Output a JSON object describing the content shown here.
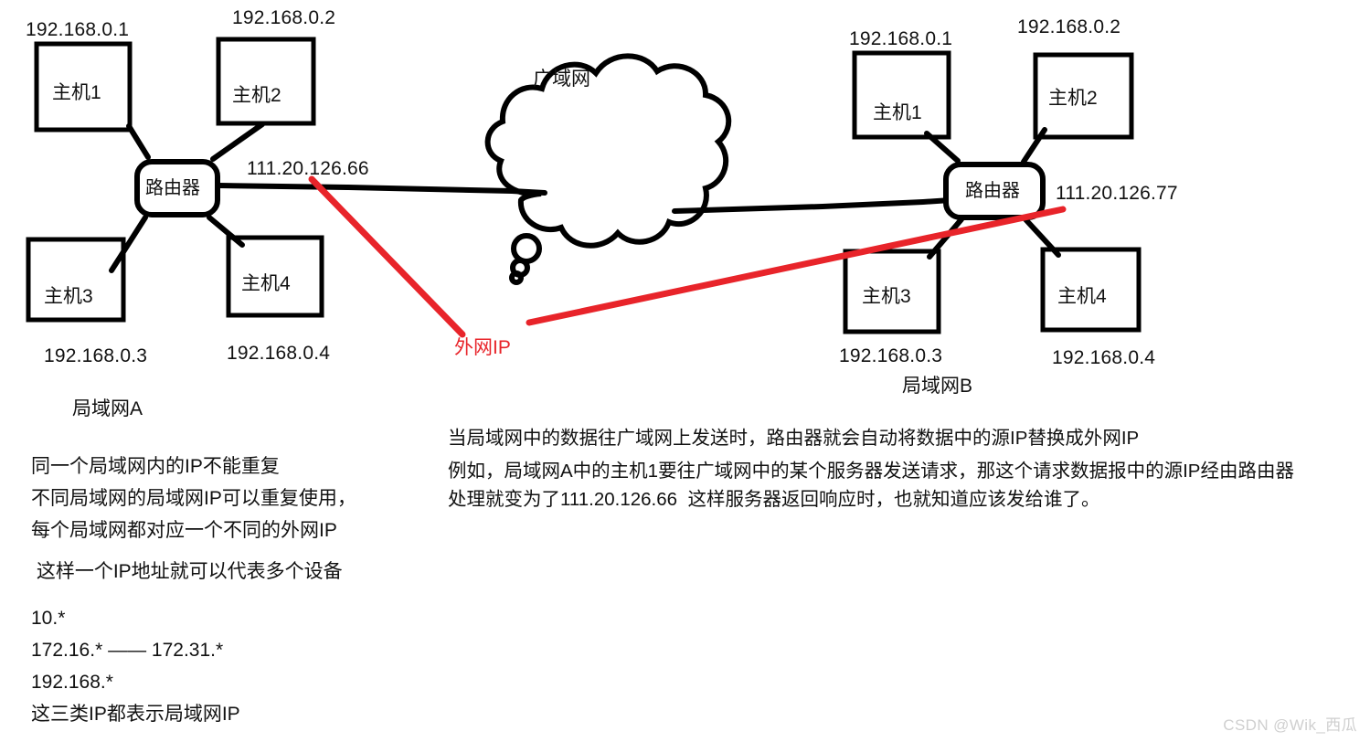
{
  "diagram": {
    "title_note": "NAT / LAN-WAN IP diagram",
    "colors": {
      "ink": "#111111",
      "red": "#e8242a",
      "background": "#ffffff",
      "watermark": "#cfcfcf"
    },
    "wan": {
      "label": "广域网"
    },
    "lan_a": {
      "name": "局域网A",
      "router_label": "路由器",
      "external_ip": "111.20.126.66",
      "hosts": [
        {
          "name": "主机1",
          "ip": "192.168.0.1"
        },
        {
          "name": "主机2",
          "ip": "192.168.0.2"
        },
        {
          "name": "主机3",
          "ip": "192.168.0.3"
        },
        {
          "name": "主机4",
          "ip": "192.168.0.4"
        }
      ]
    },
    "lan_b": {
      "name": "局域网B",
      "router_label": "路由器",
      "external_ip": "111.20.126.77",
      "hosts": [
        {
          "name": "主机1",
          "ip": "192.168.0.1"
        },
        {
          "name": "主机2",
          "ip": "192.168.0.2"
        },
        {
          "name": "主机3",
          "ip": "192.168.0.3"
        },
        {
          "name": "主机4",
          "ip": "192.168.0.4"
        }
      ]
    },
    "annotation": {
      "external_ip_callout": "外网IP"
    },
    "notes_left": [
      "同一个局域网内的IP不能重复",
      "不同局域网的局域网IP可以重复使用，",
      "每个局域网都对应一个不同的外网IP",
      " 这样一个IP地址就可以代表多个设备",
      "10.*",
      "172.16.* —— 172.31.*",
      "192.168.*",
      "这三类IP都表示局域网IP"
    ],
    "paragraph_right": [
      "当局域网中的数据往广域网上发送时，路由器就会自动将数据中的源IP替换成外网IP",
      "例如，局域网A中的主机1要往广域网中的某个服务器发送请求，那这个请求数据报中的源IP经由路由器",
      "处理就变为了111.20.126.66  这样服务器返回响应时，也就知道应该发给谁了。"
    ],
    "watermark": "CSDN @Wik_西瓜"
  }
}
